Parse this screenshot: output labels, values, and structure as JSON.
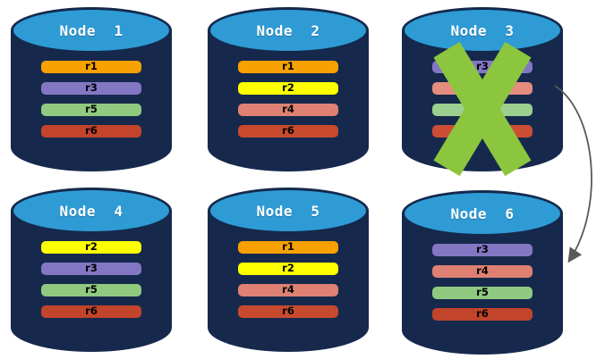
{
  "colors": {
    "cylinder_body": "#16294D",
    "cylinder_top": "#2E9BD5",
    "failure_x": "#8CC63E",
    "arrow": "#595959",
    "replica_r1": "#F8A102",
    "replica_r2": "#FDFF00",
    "replica_r3": "#8377C4",
    "replica_r4": "#DE8173",
    "replica_r5": "#8FCA80",
    "replica_r6": "#C2442B"
  },
  "nodes": [
    {
      "label": "Node  1",
      "replicas": [
        {
          "label": "r1",
          "color": "#F8A102"
        },
        {
          "label": "r3",
          "color": "#8377C4"
        },
        {
          "label": "r5",
          "color": "#8FCA80"
        },
        {
          "label": "r6",
          "color": "#C2442B"
        }
      ]
    },
    {
      "label": "Node  2",
      "replicas": [
        {
          "label": "r1",
          "color": "#F8A102"
        },
        {
          "label": "r2",
          "color": "#FDFF00"
        },
        {
          "label": "r4",
          "color": "#DE8173"
        },
        {
          "label": "r6",
          "color": "#C74A2F"
        }
      ]
    },
    {
      "label": "Node  3",
      "failed": true,
      "replicas": [
        {
          "label": "r3",
          "color": "#8377C4"
        },
        {
          "label": "",
          "color": "#E48D7E"
        },
        {
          "label": "",
          "color": "#9CCF8F"
        },
        {
          "label": "",
          "color": "#CB4D33"
        }
      ]
    },
    {
      "label": "Node  4",
      "replicas": [
        {
          "label": "r2",
          "color": "#FDFF00"
        },
        {
          "label": "r3",
          "color": "#8377C4"
        },
        {
          "label": "r5",
          "color": "#8FCA80"
        },
        {
          "label": "r6",
          "color": "#C2442B"
        }
      ]
    },
    {
      "label": "Node  5",
      "replicas": [
        {
          "label": "r1",
          "color": "#F8A102"
        },
        {
          "label": "r2",
          "color": "#FDFF00"
        },
        {
          "label": "r4",
          "color": "#DE8173"
        },
        {
          "label": "r6",
          "color": "#C74A2F"
        }
      ]
    },
    {
      "label": "Node  6",
      "replicas": [
        {
          "label": "r3",
          "color": "#8377C4"
        },
        {
          "label": "r4",
          "color": "#DE8173"
        },
        {
          "label": "r5",
          "color": "#8FCA80"
        },
        {
          "label": "r6",
          "color": "#C2442B"
        }
      ]
    }
  ],
  "failure_mark": {
    "node": "Node  3",
    "shape": "x-cross",
    "color": "#8CC63E"
  },
  "connector": {
    "from_node": "Node  3",
    "to_node": "Node  6",
    "color": "#595959"
  }
}
